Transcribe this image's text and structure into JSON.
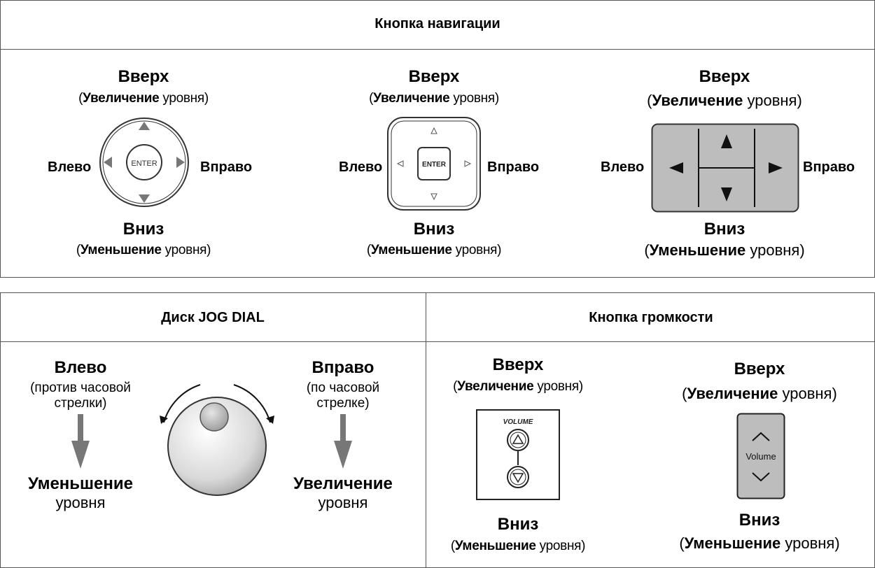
{
  "nav_panel": {
    "title": "Кнопка навигации",
    "up": "Вверх",
    "down": "Вниз",
    "left": "Влево",
    "right": "Вправо",
    "increase_bold": "Увеличение",
    "decrease_bold": "Уменьшение",
    "level_word": "уровня",
    "enter_label": "ENTER"
  },
  "jog_panel": {
    "title": "Диск JOG DIAL",
    "left_title": "Влево",
    "left_desc_1": "(против часовой",
    "left_desc_2": "стрелки)",
    "right_title": "Вправо",
    "right_desc_1": "(по часовой",
    "right_desc_2": "стрелке)",
    "left_result_1": "Уменьшение",
    "left_result_2": "уровня",
    "right_result_1": "Увеличение",
    "right_result_2": "уровня"
  },
  "volume_panel": {
    "title": "Кнопка громкости",
    "up": "Вверх",
    "down": "Вниз",
    "increase_bold": "Увеличение",
    "decrease_bold": "Уменьшение",
    "level_word": "уровня",
    "volume_caps": "VOLUME",
    "volume_word": "Volume"
  },
  "colors": {
    "border": "#555555",
    "gray_arrow": "#777777",
    "pad_fill": "#bdbdbd"
  }
}
